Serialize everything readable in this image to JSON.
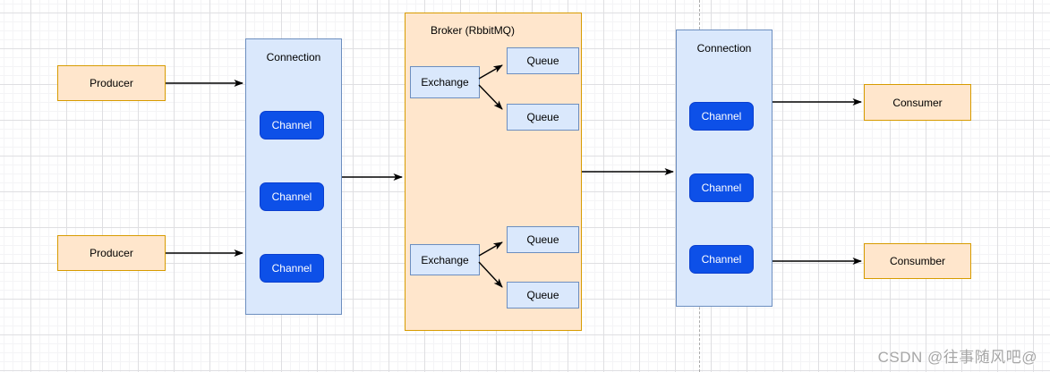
{
  "diagram": {
    "producers": [
      "Producer",
      "Producer"
    ],
    "connection_left": {
      "title": "Connection",
      "channels": [
        "Channel",
        "Channel",
        "Channel"
      ]
    },
    "broker": {
      "title": "Broker (RbbitMQ)",
      "exchanges": [
        "Exchange",
        "Exchange"
      ],
      "queues": [
        "Queue",
        "Queue",
        "Queue",
        "Queue"
      ]
    },
    "connection_right": {
      "title": "Connection",
      "channels": [
        "Channel",
        "Channel",
        "Channel"
      ]
    },
    "consumers": [
      "Consumer",
      "Consumber"
    ]
  },
  "watermark": {
    "text": "CSDN @往事随风吧@"
  },
  "colors": {
    "orange_fill": "#ffe6cc",
    "orange_border": "#d79b00",
    "blue_fill": "#dae8fc",
    "blue_border": "#6c8ebf",
    "channel_fill": "#0d50e8",
    "channel_border": "#0a3ecf",
    "arrow": "#000000",
    "grid_minor": "#f4f4f6",
    "grid_major": "#dfdfe2",
    "guide_line": "#ababab",
    "watermark": "#a6a6a6"
  }
}
